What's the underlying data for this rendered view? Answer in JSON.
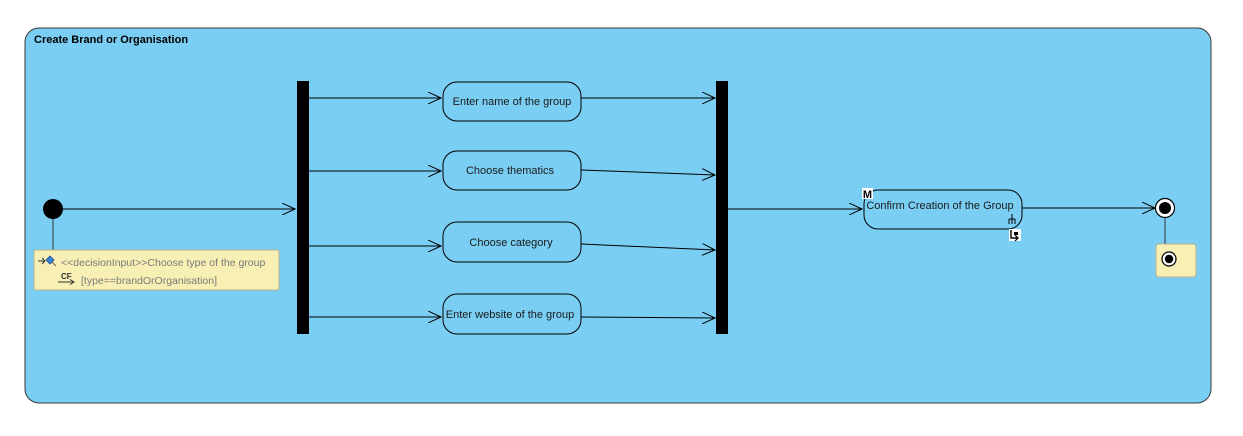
{
  "activity": {
    "title": "Create Brand or Organisation"
  },
  "actions": {
    "enter_name": "Enter name of the group",
    "choose_thematics": "Choose thematics",
    "choose_category": "Choose category",
    "enter_website": "Enter website of the group",
    "confirm_creation": "Confirm Creation of the Group"
  },
  "note": {
    "decision_input": "<<decisionInput>>Choose type of the group",
    "control_flow_tag": "CF",
    "guard": "[type==brandOrOrganisation]"
  },
  "badges": {
    "model_marker": "M"
  },
  "colors": {
    "frame_fill": "#7ACEF4",
    "action_fill": "#7ACEF4",
    "note_fill": "#F7EFB4",
    "bar_fill": "#000000"
  }
}
